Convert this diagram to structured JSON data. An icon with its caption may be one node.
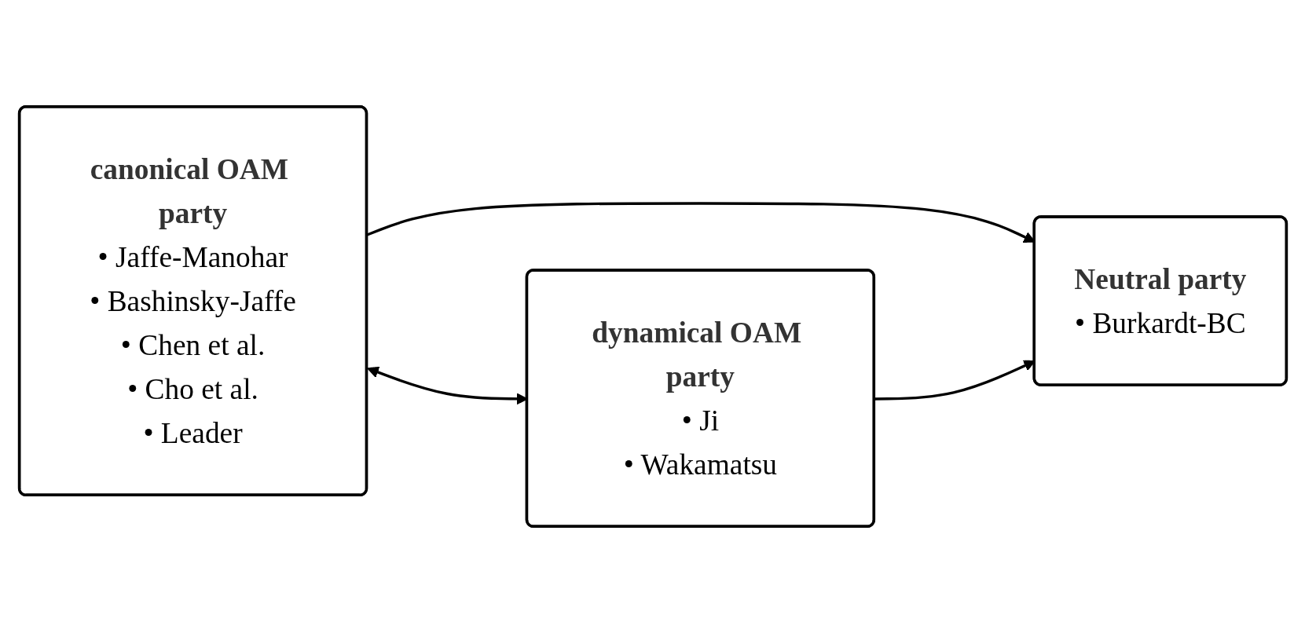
{
  "diagram": {
    "nodes": [
      {
        "text": [
          "canonical OAM party",
          "• Jaffe-Manohar",
          "• Bashinsky-Jaffe",
          "• Chen et al.",
          "• Cho et al.",
          "• Leader"
        ]
      },
      {
        "text": [
          "dynamical OAM party",
          "• Ji",
          "• Wakamatsu"
        ]
      },
      {
        "text": [
          "Neutral party",
          "• Burkardt-BC"
        ]
      }
    ],
    "edges": [
      {
        "from": 0,
        "to": 1,
        "arrow": "both"
      },
      {
        "from": 0,
        "to": 2,
        "arrow": "to"
      },
      {
        "from": 1,
        "to": 2,
        "arrow": "to"
      }
    ]
  }
}
